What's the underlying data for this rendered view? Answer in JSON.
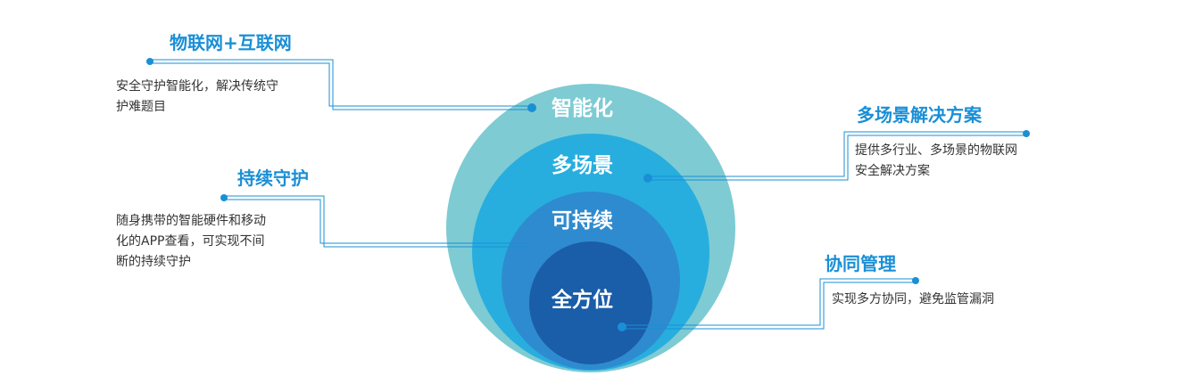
{
  "rings": {
    "outer": "智能化",
    "second": "多场景",
    "third": "可持续",
    "inner": "全方位"
  },
  "callouts": {
    "iot": {
      "title": "物联网+互联网",
      "lines": [
        "安全守护智能化，解决传统守",
        "护难题目"
      ]
    },
    "continuous": {
      "title": "持续守护",
      "lines": [
        "随身携带的智能硬件和移动",
        "化的APP查看，可实现不间",
        "断的持续守护"
      ]
    },
    "scenario": {
      "title": "多场景解决方案",
      "lines": [
        "提供多行业、多场景的物联网",
        "安全解决方案"
      ]
    },
    "collab": {
      "title": "协同管理",
      "lines": [
        "实现多方协同，避免监管漏洞"
      ]
    }
  },
  "colors": {
    "ring_outer": "#7ecbd3",
    "ring_second": "#27aede",
    "ring_third": "#2f8bcf",
    "ring_inner": "#1a5da8",
    "accent": "#1a8fd6",
    "text": "#333333"
  }
}
